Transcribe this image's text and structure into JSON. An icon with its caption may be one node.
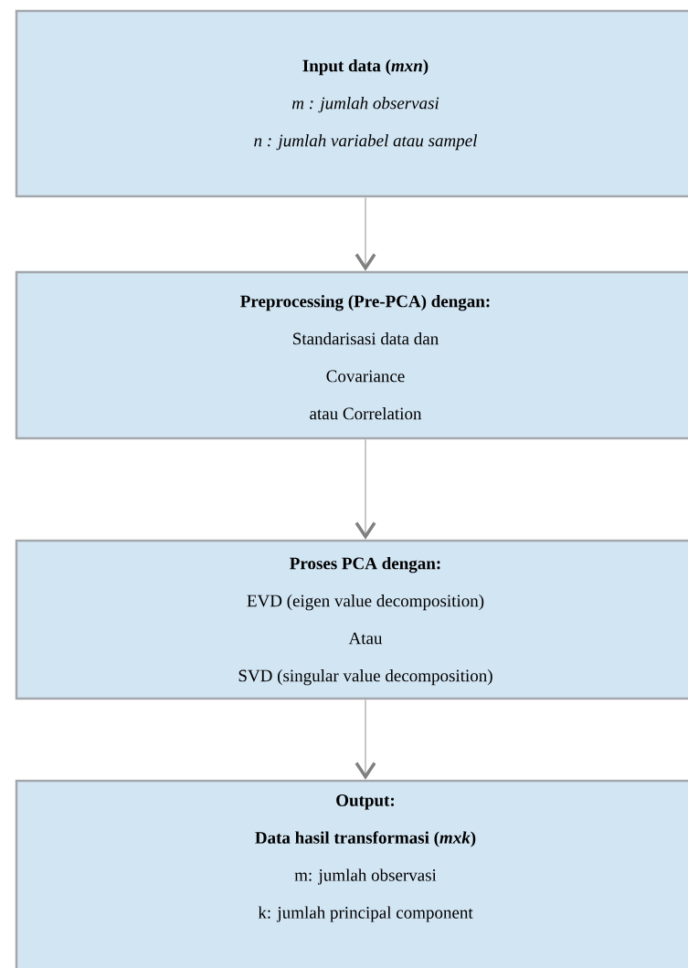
{
  "diagram": {
    "nodes": [
      {
        "text": [
          "Input data (*mxn*)",
          "m : jumlah observasi",
          "n : jumlah variabel atau sampel"
        ]
      },
      {
        "text": [
          "Preprocessing (Pre-PCA) dengan:",
          "Standarisasi data dan",
          "Covariance",
          "atau Correlation"
        ]
      },
      {
        "text": [
          "Proses PCA dengan:",
          "EVD (eigen value decomposition)",
          "Atau",
          "SVD (singular value decomposition)"
        ]
      },
      {
        "text": [
          "Output:",
          "Data hasil transformasi (*mxk*)",
          "m: jumlah observasi",
          "k: jumlah principal component"
        ]
      }
    ],
    "edges": [
      {
        "from": 0,
        "to": 1,
        "arrow": "to"
      },
      {
        "from": 1,
        "to": 2,
        "arrow": "to"
      },
      {
        "from": 2,
        "to": 3,
        "arrow": "to"
      }
    ]
  }
}
